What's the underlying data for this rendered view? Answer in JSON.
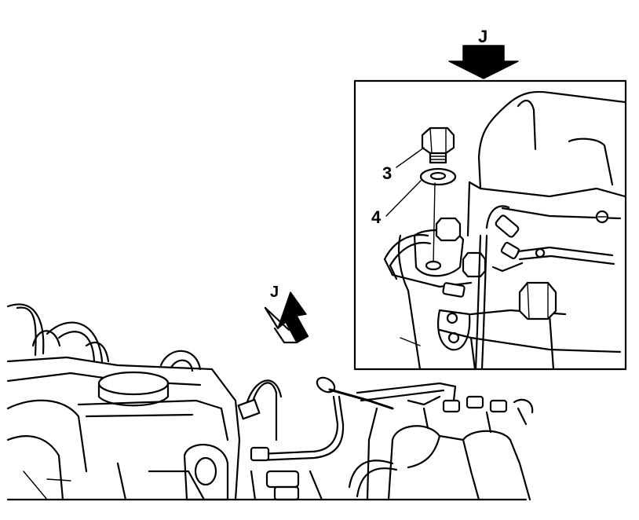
{
  "labels": {
    "view_top": "J",
    "view_main": "J",
    "part_bolt": "3",
    "part_washer": "4"
  },
  "colors": {
    "ink": "#000000",
    "paper": "#ffffff"
  }
}
